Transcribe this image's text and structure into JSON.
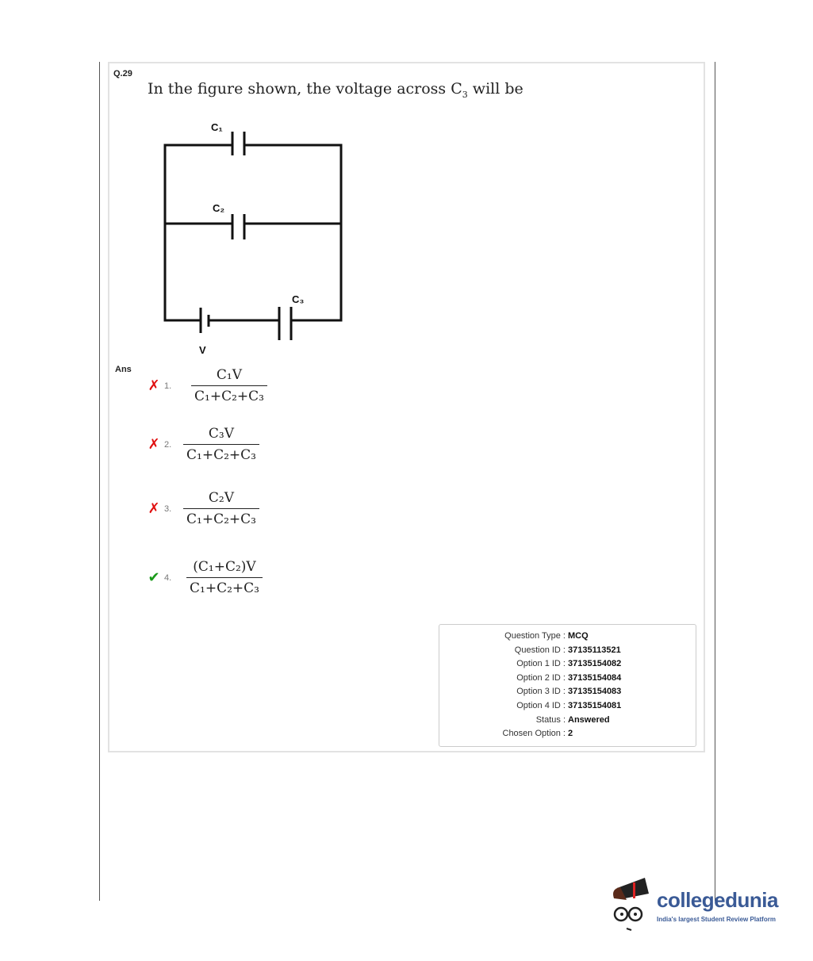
{
  "question": {
    "number": "Q.29",
    "text_prefix": "In the figure shown, the voltage across C",
    "text_sub": "3",
    "text_suffix": " will be"
  },
  "circuit": {
    "labels": [
      "C₁",
      "C₂",
      "C₃",
      "V"
    ]
  },
  "answer_label": "Ans",
  "options": [
    {
      "num": "1.",
      "status": "wrong",
      "numerator": "C₁V",
      "denominator": "C₁+C₂+C₃"
    },
    {
      "num": "2.",
      "status": "wrong",
      "numerator": "C₃V",
      "denominator": "C₁+C₂+C₃"
    },
    {
      "num": "3.",
      "status": "wrong",
      "numerator": "C₂V",
      "denominator": "C₁+C₂+C₃"
    },
    {
      "num": "4.",
      "status": "correct",
      "numerator": "(C₁+C₂)V",
      "denominator": "C₁+C₂+C₃"
    }
  ],
  "info": [
    {
      "k": "Question Type :",
      "v": "MCQ"
    },
    {
      "k": "Question ID :",
      "v": "37135113521"
    },
    {
      "k": "Option 1 ID :",
      "v": "37135154082"
    },
    {
      "k": "Option 2 ID :",
      "v": "37135154084"
    },
    {
      "k": "Option 3 ID :",
      "v": "37135154083"
    },
    {
      "k": "Option 4 ID :",
      "v": "37135154081"
    },
    {
      "k": "Status :",
      "v": "Answered"
    },
    {
      "k": "Chosen Option :",
      "v": "2"
    }
  ],
  "logo": {
    "brand": "collegedunia",
    "tagline": "India's largest Student Review Platform"
  },
  "colors": {
    "wrong": "#e01010",
    "correct": "#1a9a1a",
    "brand": "#3a5a96"
  }
}
